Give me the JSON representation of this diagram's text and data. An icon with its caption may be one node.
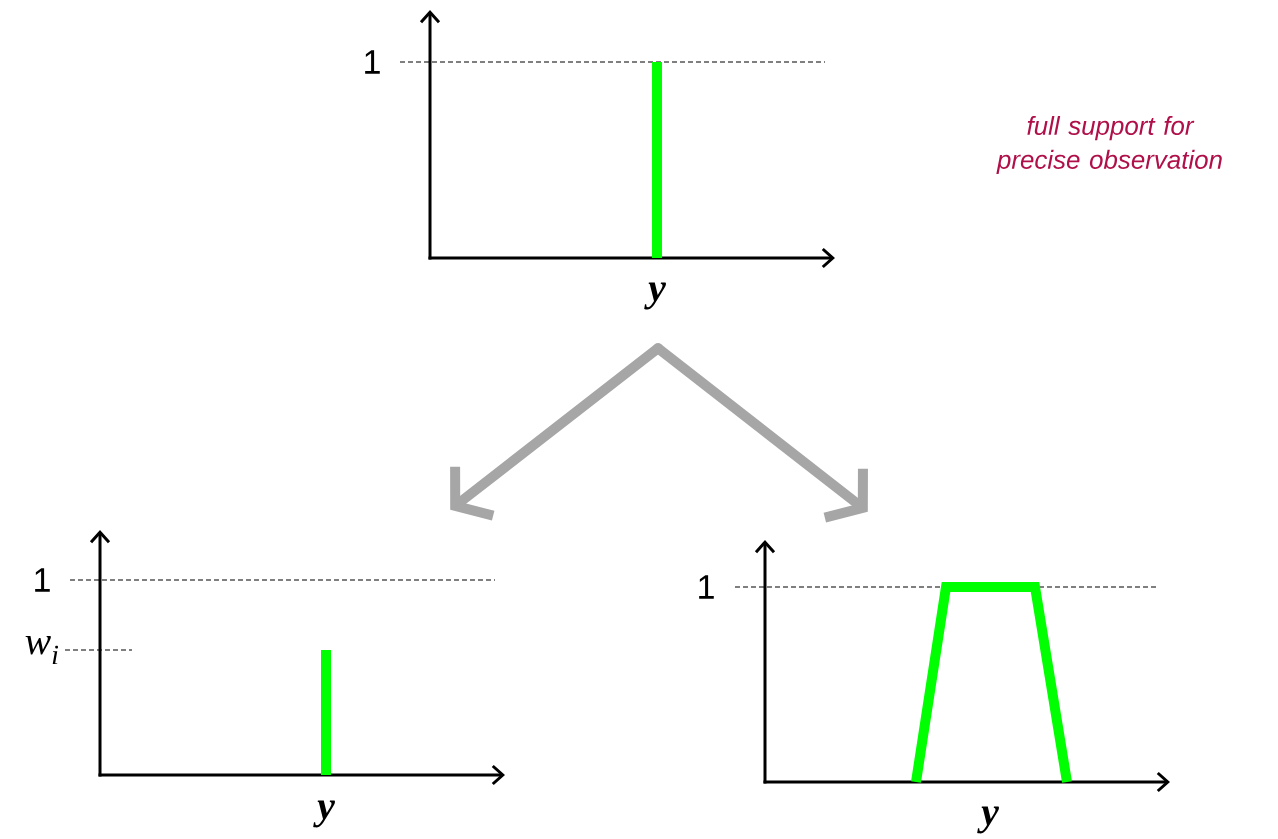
{
  "diagram": {
    "nodes": [
      {
        "text": [
          "1",
          "y"
        ]
      },
      {
        "text": [
          "1",
          "w$_{i}$",
          "y"
        ]
      },
      {
        "text": [
          "1",
          "y"
        ]
      }
    ],
    "edges": [
      {
        "from": 0,
        "to": 1,
        "arrow": "to"
      },
      {
        "from": 0,
        "to": 2,
        "arrow": "to"
      }
    ],
    "labels": [
      "full support for precise observation"
    ]
  }
}
